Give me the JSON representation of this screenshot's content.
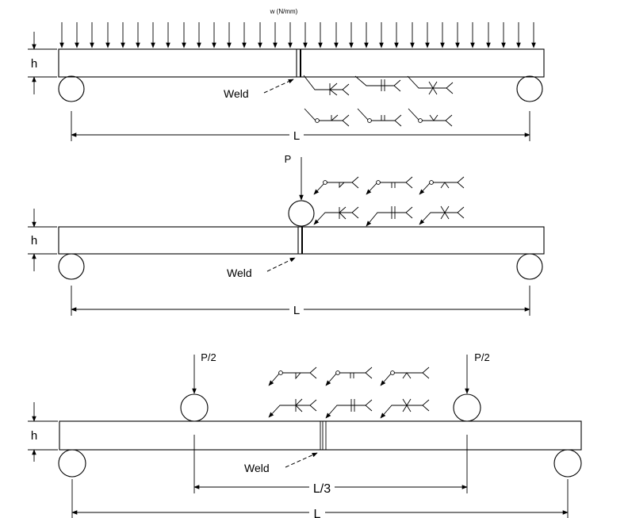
{
  "diagram_1": {
    "load_label": "w (N/mm)",
    "height_label": "h",
    "weld_label": "Weld",
    "span_label": "L"
  },
  "diagram_2": {
    "load_label": "P",
    "height_label": "h",
    "weld_label": "Weld",
    "span_label": "L"
  },
  "diagram_3": {
    "load_label_left": "P/2",
    "load_label_right": "P/2",
    "height_label": "h",
    "weld_label": "Weld",
    "inner_span_label": "L/3",
    "span_label": "L"
  }
}
